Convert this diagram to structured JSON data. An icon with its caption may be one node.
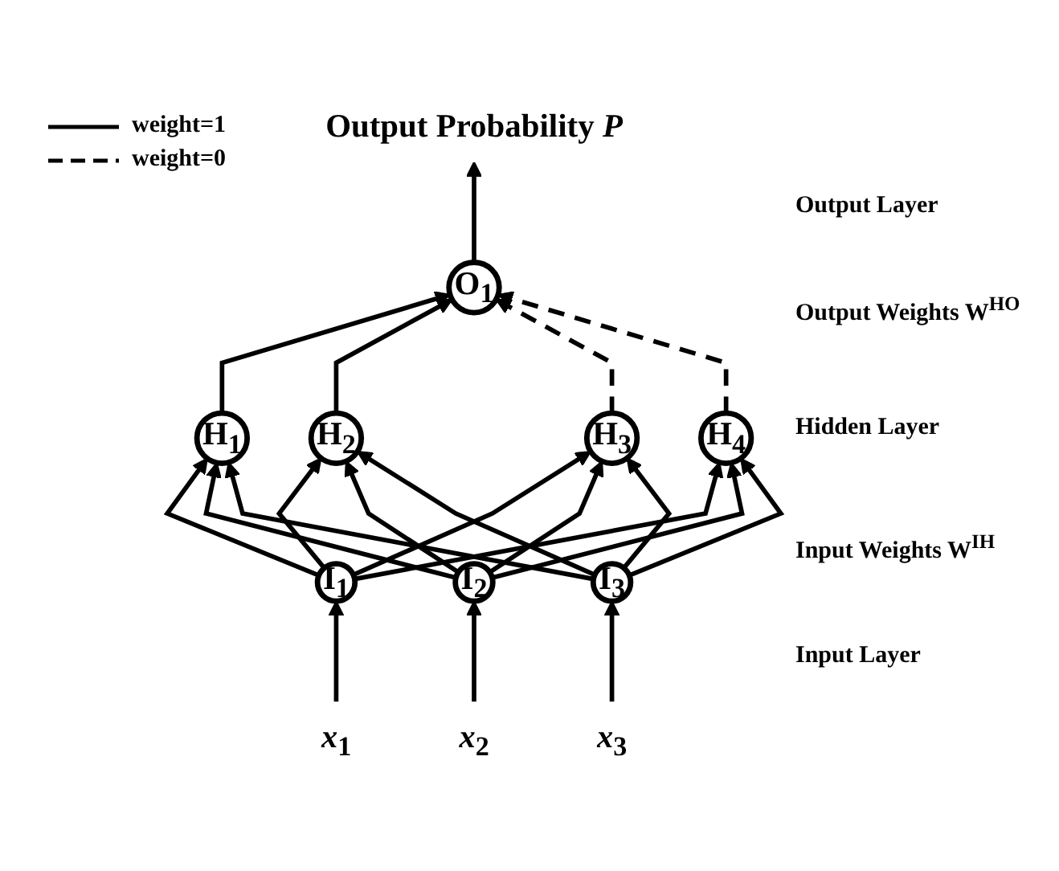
{
  "diagram": {
    "nodes": [
      {
        "text": [
          "Output Probability *P*"
        ]
      },
      {
        "text": [
          "O$_{1}$"
        ]
      },
      {
        "text": [
          "H$_{1}$"
        ]
      },
      {
        "text": [
          "H$_{2}$"
        ]
      },
      {
        "text": [
          "H$_{3}$"
        ]
      },
      {
        "text": [
          "H$_{4}$"
        ]
      },
      {
        "text": [
          "I$_{1}$"
        ]
      },
      {
        "text": [
          "I$_{2}$"
        ]
      },
      {
        "text": [
          "I$_{3}$"
        ]
      },
      {
        "text": [
          "*x*$_{1}$"
        ]
      },
      {
        "text": [
          "*x*$_{2}$"
        ]
      },
      {
        "text": [
          "*x*$_{3}$"
        ]
      }
    ],
    "edges": [
      {
        "from": 1,
        "to": 0,
        "arrow": "to"
      },
      {
        "from": 2,
        "to": 1,
        "arrow": "to"
      },
      {
        "from": 3,
        "to": 1,
        "arrow": "to"
      },
      {
        "from": 4,
        "to": 1,
        "arrow": "to",
        "style": "dashed"
      },
      {
        "from": 5,
        "to": 1,
        "arrow": "to",
        "style": "dashed"
      },
      {
        "from": 6,
        "to": 2,
        "arrow": "to"
      },
      {
        "from": 6,
        "to": 3,
        "arrow": "to"
      },
      {
        "from": 6,
        "to": 4,
        "arrow": "to"
      },
      {
        "from": 6,
        "to": 5,
        "arrow": "to"
      },
      {
        "from": 7,
        "to": 2,
        "arrow": "to"
      },
      {
        "from": 7,
        "to": 3,
        "arrow": "to"
      },
      {
        "from": 7,
        "to": 4,
        "arrow": "to"
      },
      {
        "from": 7,
        "to": 5,
        "arrow": "to"
      },
      {
        "from": 8,
        "to": 2,
        "arrow": "to"
      },
      {
        "from": 8,
        "to": 3,
        "arrow": "to"
      },
      {
        "from": 8,
        "to": 4,
        "arrow": "to"
      },
      {
        "from": 8,
        "to": 5,
        "arrow": "to"
      },
      {
        "from": 9,
        "to": 6,
        "arrow": "to"
      },
      {
        "from": 10,
        "to": 7,
        "arrow": "to"
      },
      {
        "from": 11,
        "to": 8,
        "arrow": "to"
      }
    ],
    "labels": [
      "Output Layer",
      "Output Weights W$^{HO}$",
      "Hidden Layer",
      "Input Weights W$^{IH}$",
      "Input Layer"
    ],
    "legend": [
      {
        "text": "weight=1"
      },
      {
        "text": "weight=0"
      }
    ]
  }
}
